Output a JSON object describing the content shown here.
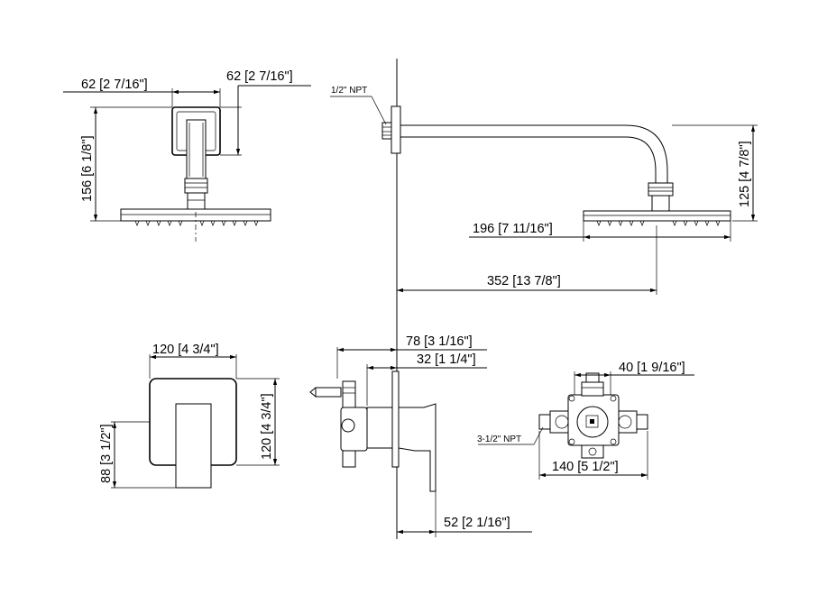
{
  "dimensions": {
    "head_top_width": "62 [2 7/16\"]",
    "arm_block_width": "62 [2 7/16\"]",
    "head_total_height": "156 [6 1/8\"]",
    "pipe_thread": "1/2\" NPT",
    "arm_drop": "125 [4 7/8\"]",
    "head_diameter": "196 [7 11/16\"]",
    "arm_reach": "352 [13 7/8\"]",
    "trim_width": "120 [4 3/4\"]",
    "trim_height": "120 [4 3/4\"]",
    "handle_offset": "88 [3 1/2\"]",
    "valve_depth": "78 [3 1/16\"]",
    "valve_setback": "32 [1 1/4\"]",
    "handle_projection": "52 [2 1/16\"]",
    "valve_port_spacing": "40 [1 9/16\"]",
    "valve_inlet_thread": "3-1/2\" NPT",
    "valve_width": "140 [5 1/2\"]"
  }
}
